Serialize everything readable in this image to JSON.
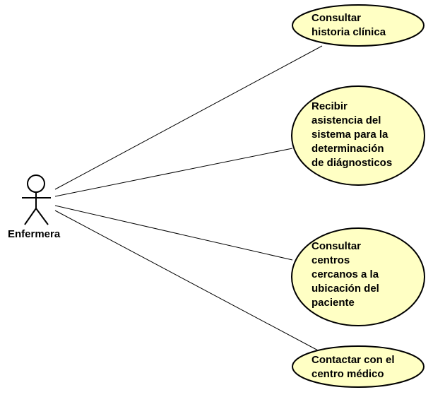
{
  "actor": {
    "name": "Enfermera"
  },
  "use_cases": [
    {
      "id": "uc-historia",
      "lines": [
        "Consultar",
        "historia clínica"
      ]
    },
    {
      "id": "uc-asistencia",
      "lines": [
        "Recibir",
        "asistencia del",
        "sistema para la",
        "determinación",
        "de diágnosticos"
      ]
    },
    {
      "id": "uc-centros",
      "lines": [
        "Consultar",
        "centros",
        "cercanos a la",
        "ubicación del",
        "paciente"
      ]
    },
    {
      "id": "uc-contactar",
      "lines": [
        "Contactar con el",
        "centro médico"
      ]
    }
  ],
  "colors": {
    "usecase_fill": "#ffffc4",
    "stroke": "#000000"
  }
}
